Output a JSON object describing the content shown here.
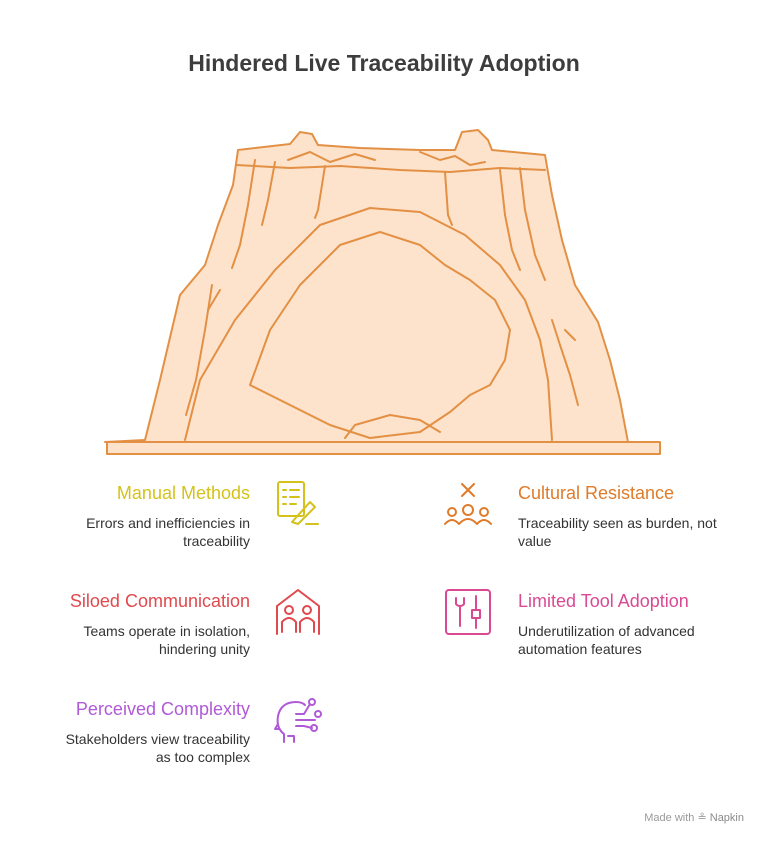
{
  "title": "Hindered Live Traceability Adoption",
  "items": [
    {
      "heading": "Manual Methods",
      "description_1": "Errors and inefficiencies in",
      "description_2": "traceability",
      "color": "#d4c21b",
      "icon": "checklist-pen-icon"
    },
    {
      "heading": "Cultural Resistance",
      "description_1": "Traceability seen as burden, not",
      "description_2": "value",
      "color": "#e07b2a",
      "icon": "people-reject-icon"
    },
    {
      "heading": "Siloed Communication",
      "description_1": "Teams operate in isolation,",
      "description_2": "hindering unity",
      "color": "#e0494e",
      "icon": "house-people-icon"
    },
    {
      "heading": "Limited Tool Adoption",
      "description_1": "Underutilization of advanced",
      "description_2": "automation features",
      "color": "#d94a93",
      "icon": "tools-box-icon"
    },
    {
      "heading": "Perceived Complexity",
      "description_1": "Stakeholders view traceability",
      "description_2": "as too complex",
      "color": "#b05ad8",
      "icon": "head-circuit-icon"
    }
  ],
  "footer": {
    "prefix": "Made with",
    "brand": "Napkin"
  },
  "colors": {
    "arch_fill": "#fde3cc",
    "arch_stroke": "#e39045"
  }
}
